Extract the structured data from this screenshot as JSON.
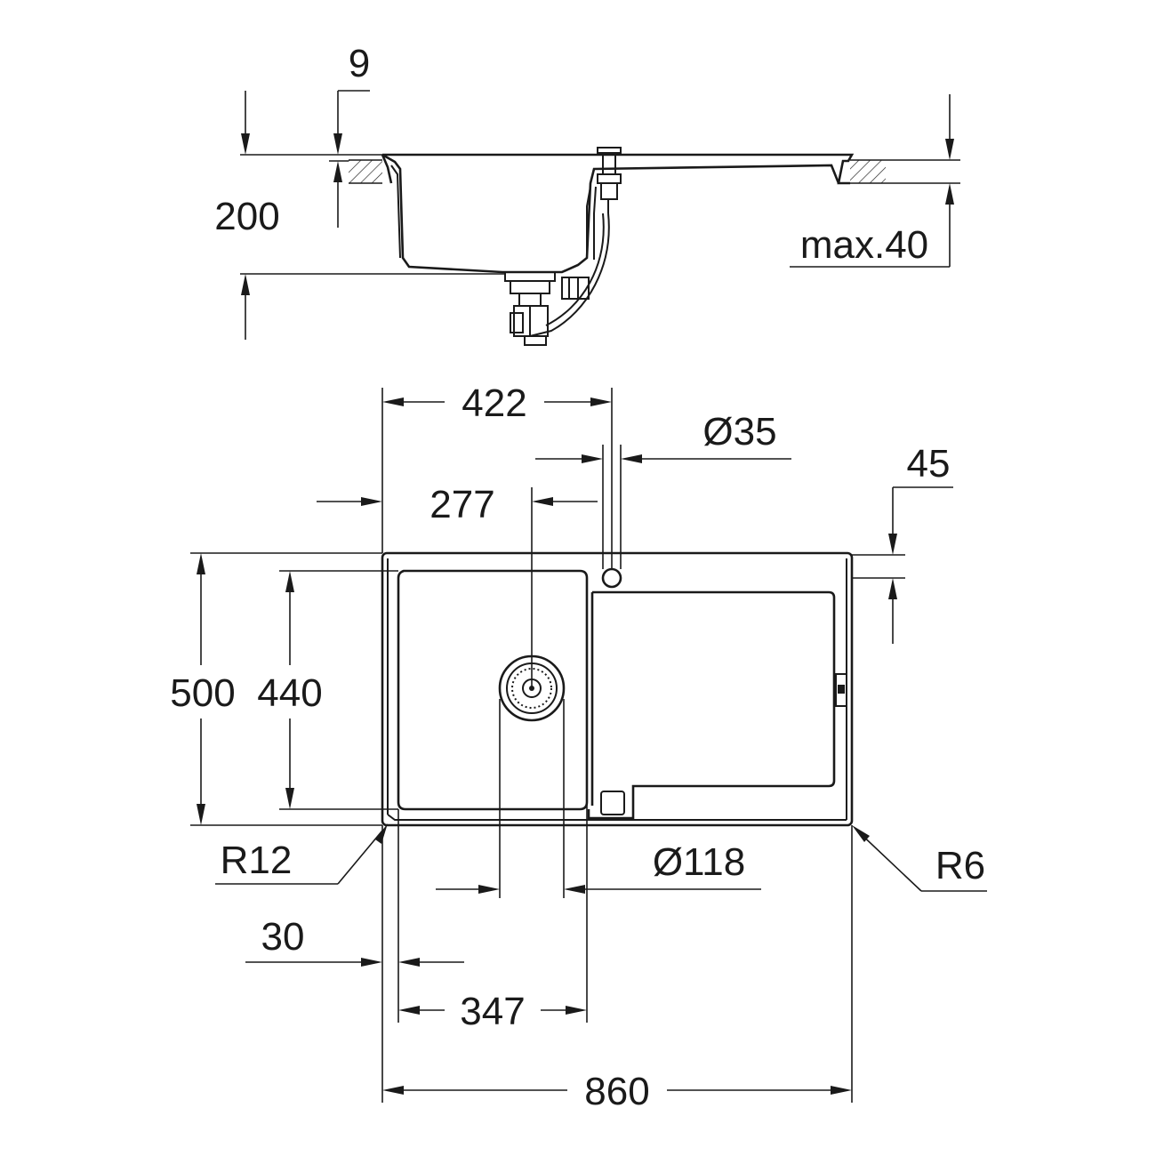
{
  "dimensions": {
    "d9": "9",
    "d200": "200",
    "max40": "max.40",
    "d422": "422",
    "d35": "Ø35",
    "d45": "45",
    "d277": "277",
    "d500": "500",
    "d440": "440",
    "r12": "R12",
    "d118": "Ø118",
    "r6": "R6",
    "d30": "30",
    "d347": "347",
    "d860": "860"
  },
  "colors": {
    "line": "#1a1a1a",
    "background": "#ffffff"
  }
}
